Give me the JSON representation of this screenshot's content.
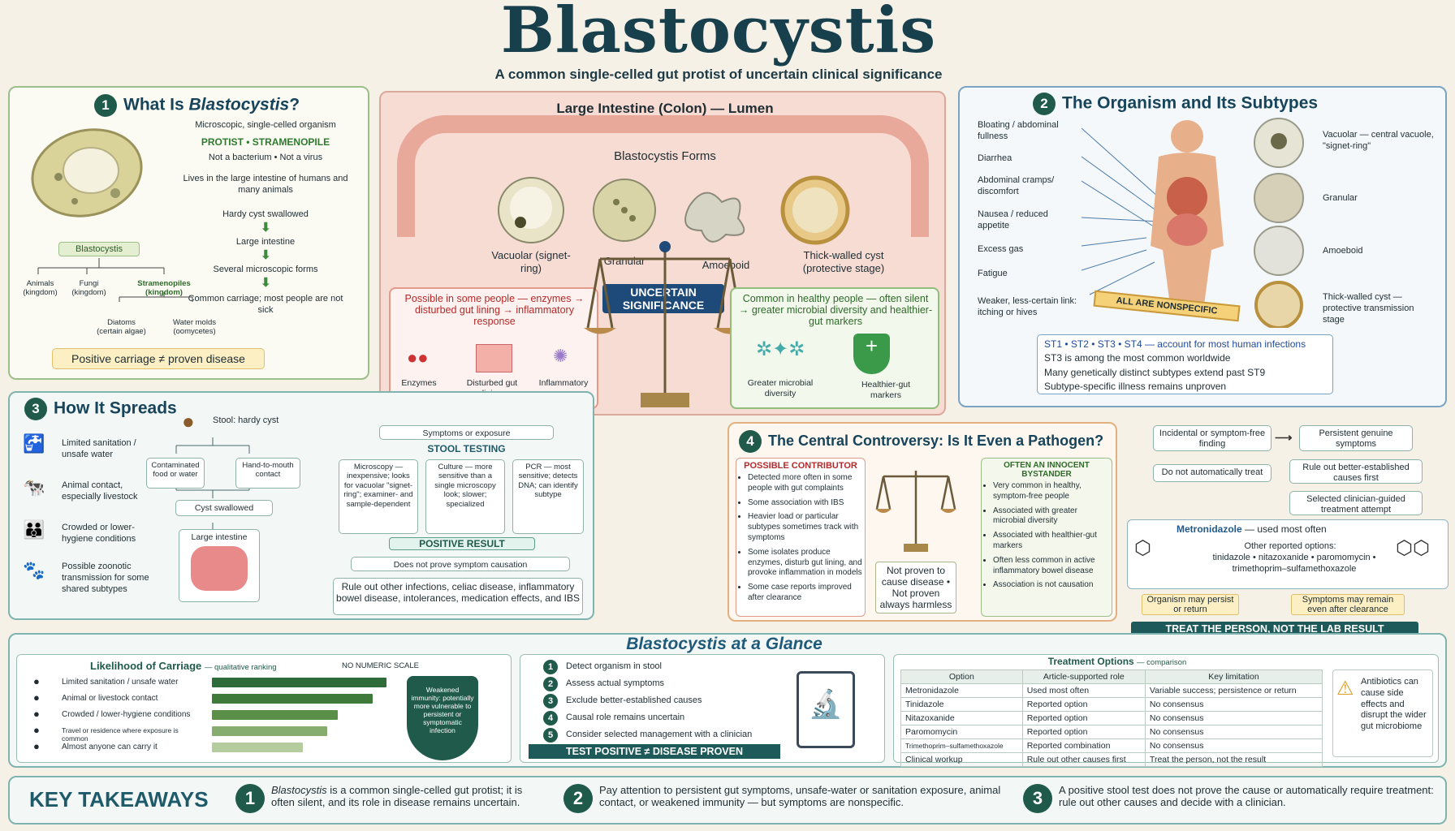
{
  "header": {
    "title": "Blastocystis",
    "subtitle": "A common single-celled gut protist of uncertain clinical significance"
  },
  "s1": {
    "num": "1",
    "title_pre": "What Is ",
    "title_em": "Blastocystis",
    "title_post": "?",
    "desc1": "Microscopic, single-celled organism",
    "tag": "PROTIST  •  STRAMENOPILE",
    "desc2": "Not a bacterium  •  Not a virus",
    "desc3": "Lives in the large intestine of humans and many animals",
    "flow": [
      "Hardy cyst swallowed",
      "Large intestine",
      "Several microscopic forms",
      "Common carriage; most people are not sick"
    ],
    "tree_root": "Blastocystis",
    "tree_a": "Animals (kingdom)",
    "tree_b": "Fungi (kingdom)",
    "tree_c": "Stramenopiles (kingdom)",
    "tree_d": "Diatoms (certain algae)",
    "tree_e": "Water molds (oomycetes)",
    "note": "Positive carriage ≠ proven disease"
  },
  "colon": {
    "title": "Large Intestine (Colon) — Lumen",
    "forms_title": "Blastocystis Forms",
    "forms": [
      "Vacuolar (signet-ring)",
      "Granular",
      "Amoeboid",
      "Thick-walled cyst (protective stage)"
    ],
    "left_title": "Possible in some people — enzymes → disturbed gut lining → inflammatory response",
    "left_icons": [
      "Enzymes",
      "Disturbed gut lining",
      "Inflammatory response"
    ],
    "scale": "UNCERTAIN SIGNIFICANCE",
    "right_title": "Common in healthy people — often silent → greater microbial diversity and healthier-gut markers",
    "right_icons": [
      "Greater microbial diversity",
      "Healthier-gut markers"
    ]
  },
  "s2": {
    "num": "2",
    "title": "The Organism and Its Subtypes",
    "symptoms": [
      "Bloating / abdominal fullness",
      "Diarrhea",
      "Abdominal cramps/ discomfort",
      "Nausea / reduced appetite",
      "Excess gas",
      "Fatigue",
      "Weaker, less-certain link: itching or hives"
    ],
    "ribbon": "ALL ARE NONSPECIFIC",
    "forms": [
      "Vacuolar — central vacuole, \"signet-ring\"",
      "Granular",
      "Amoeboid",
      "Thick-walled cyst — protective transmission stage"
    ],
    "sub1": "ST1  •  ST2  •  ST3  •  ST4  — account for most human infections",
    "sub2": "ST3 is among the most common worldwide",
    "sub3": "Many genetically distinct subtypes extend past ST9",
    "sub4": "Subtype-specific illness remains unproven"
  },
  "s3": {
    "num": "3",
    "title": "How It Spreads",
    "stool": "Stool: hardy cyst",
    "factors": [
      "Limited sanitation / unsafe water",
      "Animal contact, especially livestock",
      "Crowded or lower-hygiene conditions",
      "Possible zoonotic transmission for some shared subtypes"
    ],
    "routes": [
      "Contaminated food or water",
      "Hand-to-mouth contact"
    ],
    "swallowed": "Cyst swallowed",
    "intestine": "Large intestine",
    "symptoms": "Symptoms or exposure",
    "testing": "STOOL TESTING",
    "tests": [
      "Microscopy — inexpensive; looks for vacuolar \"signet-ring\"; examiner- and sample-dependent",
      "Culture — more sensitive than a single microscopy look; slower; specialized",
      "PCR — most sensitive; detects DNA; can identify subtype"
    ],
    "positive": "POSITIVE RESULT",
    "not_prove": "Does not prove symptom causation",
    "rule_out": "Rule out other infections, celiac disease, inflammatory bowel disease, intolerances, medication effects, and IBS"
  },
  "s4": {
    "num": "4",
    "title": "The Central Controversy:  Is It Even a Pathogen?",
    "left_h": "POSSIBLE CONTRIBUTOR",
    "left": [
      "Detected more often in some people with gut complaints",
      "Some association with IBS",
      "Heavier load or particular subtypes sometimes track with symptoms",
      "Some isolates produce enzymes, disturb gut lining, and provoke inflammation in models",
      "Some case reports improved after clearance"
    ],
    "mid": "Not proven to cause disease  •  Not proven always harmless",
    "right_h": "OFTEN AN INNOCENT BYSTANDER",
    "right": [
      "Very common in healthy, symptom-free people",
      "Associated with greater microbial diversity",
      "Associated with healthier-gut markers",
      "Often less common in active inflammatory bowel disease",
      "Association is not causation"
    ]
  },
  "s5": {
    "incidental": "Incidental or symptom-free finding",
    "no_treat": "Do not automatically treat",
    "persistent": "Persistent genuine symptoms",
    "rule_out": "Rule out better-established causes first",
    "attempt": "Selected clinician-guided treatment attempt",
    "metro": "Metronidazole",
    "metro_note": "— used most often",
    "other_label": "Other reported options:",
    "other": "tinidazole  •  nitazoxanide  •  paromomycin  •  trimethoprim–sulfamethoxazole",
    "persist": "Organism may persist or return",
    "remain": "Symptoms may remain even after clearance",
    "banner": "TREAT THE PERSON, NOT THE LAB RESULT"
  },
  "glance": {
    "title_em": "Blastocystis",
    "title_post": " at a Glance",
    "likelihood_title": "Likelihood of Carriage",
    "likelihood_sub": "— qualitative ranking",
    "no_scale": "NO NUMERIC SCALE",
    "shield": "Weakened immunity: potentially more vulnerable to persistent or symptomatic infection",
    "steps": [
      "Detect organism in stool",
      "Assess actual symptoms",
      "Exclude better-established causes",
      "Causal role remains uncertain",
      "Consider selected management with a clinician"
    ],
    "test_banner": "TEST  POSITIVE ≠ DISEASE PROVEN",
    "table_title": "Treatment Options",
    "table_sub": "— comparison",
    "table_head": [
      "Option",
      "Article-supported role",
      "Key limitation"
    ],
    "table_rows": [
      [
        "Metronidazole",
        "Used most often",
        "Variable success; persistence or return"
      ],
      [
        "Tinidazole",
        "Reported option",
        "No consensus"
      ],
      [
        "Nitazoxanide",
        "Reported option",
        "No consensus"
      ],
      [
        "Paromomycin",
        "Reported option",
        "No consensus"
      ],
      [
        "Trimethoprim–sulfamethoxazole",
        "Reported combination",
        "No consensus"
      ],
      [
        "Clinical workup",
        "Rule out other causes first",
        "Treat the person, not the result"
      ]
    ],
    "warning": "Antibiotics can cause side effects and disrupt the wider gut microbiome"
  },
  "chart_data": {
    "type": "bar",
    "title": "Likelihood of Carriage",
    "categories": [
      "Limited sanitation / unsafe water",
      "Animal or livestock contact",
      "Crowded / lower-hygiene conditions",
      "Travel or residence where exposure is common",
      "Almost anyone can carry it"
    ],
    "values": [
      5,
      4.6,
      3.6,
      3.3,
      2.6
    ],
    "xlabel": "",
    "ylabel": ""
  },
  "takeaways": {
    "title": "KEY TAKEAWAYS",
    "t1_em": "Blastocystis",
    "t1": " is a common single-celled gut protist; it is often silent, and its role in disease remains uncertain.",
    "t2": "Pay attention to persistent gut symptoms, unsafe-water or sanitation exposure, animal contact, or weakened immunity — but symptoms are nonspecific.",
    "t3": "A positive stool test does not prove the cause or automatically require treatment: rule out other causes and decide with a clinician."
  }
}
